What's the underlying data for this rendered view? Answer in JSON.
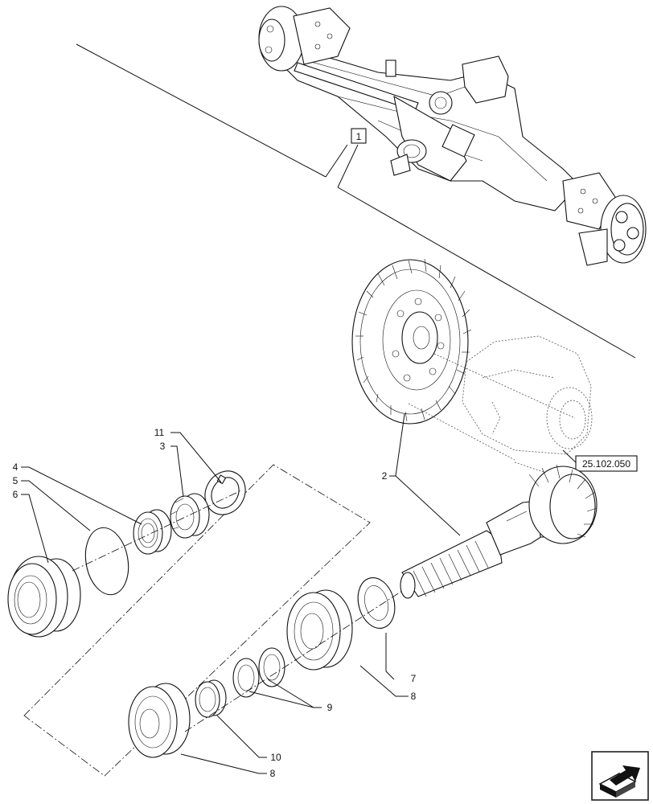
{
  "callouts": {
    "c1": "1",
    "c2": "2",
    "c3": "3",
    "c4": "4",
    "c5": "5",
    "c6": "6",
    "c7": "7",
    "c8a": "8",
    "c8b": "8",
    "c9": "9",
    "c10": "10",
    "c11": "11"
  },
  "reference": {
    "label": "25.102.050"
  },
  "nav": {
    "icon": "next-page-arrow-icon"
  }
}
